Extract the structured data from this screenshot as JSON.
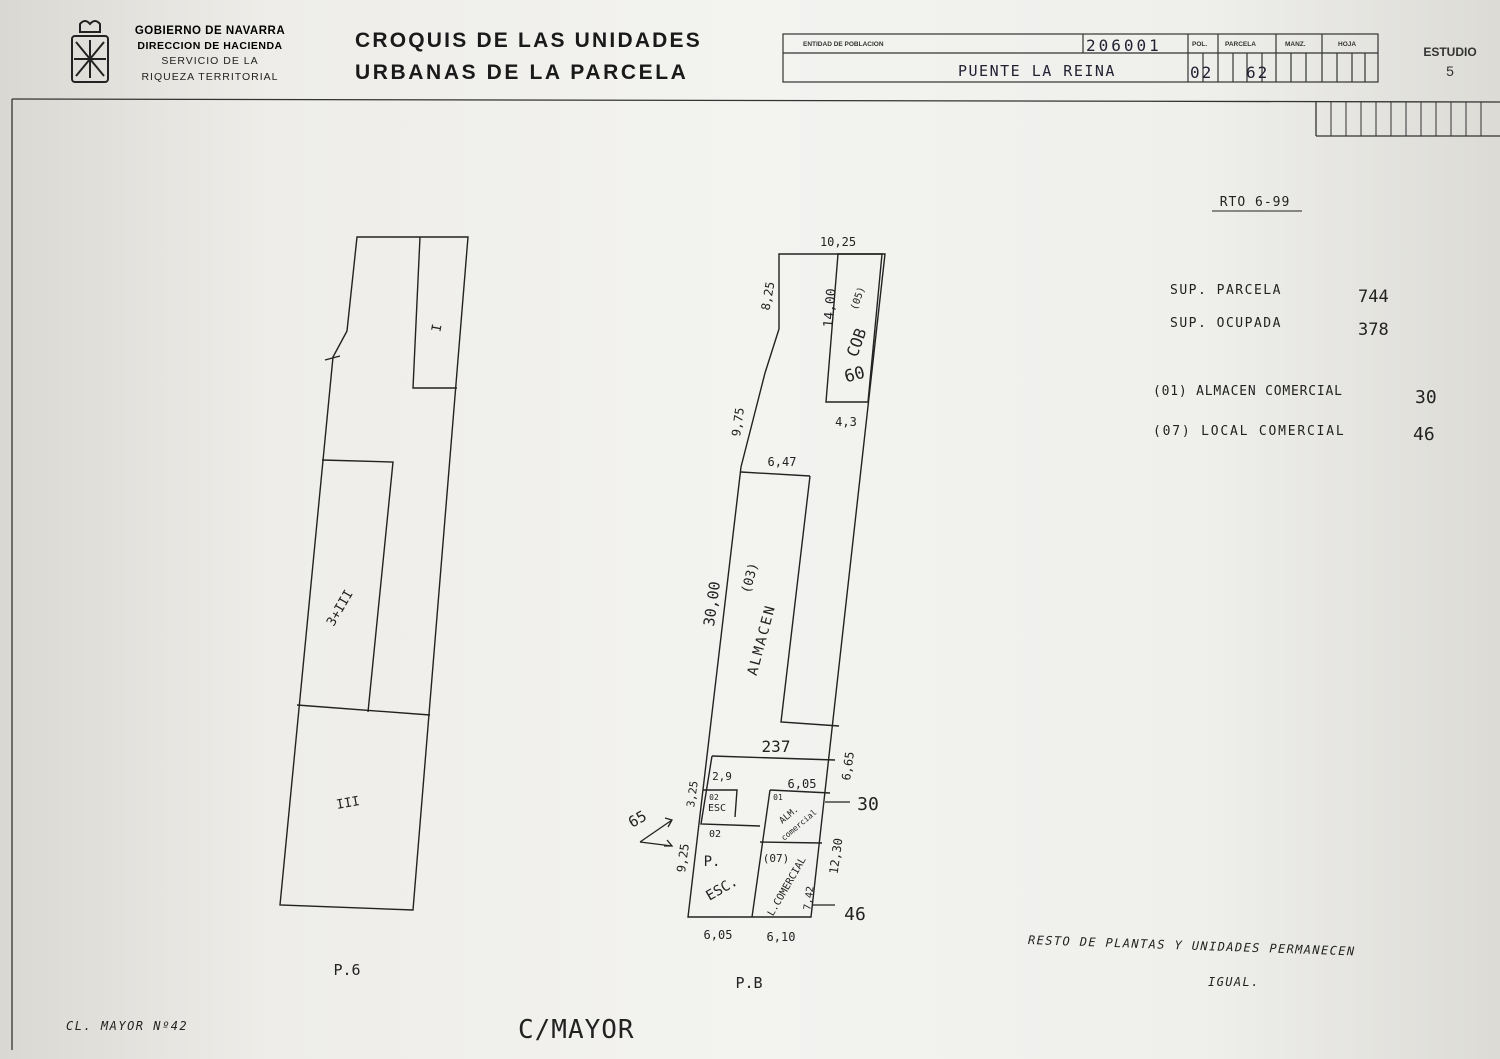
{
  "header": {
    "gov_line1": "GOBIERNO DE NAVARRA",
    "gov_line2": "DIRECCION DE HACIENDA",
    "gov_line3": "SERVICIO DE LA",
    "gov_line4": "RIQUEZA TERRITORIAL",
    "title_line1": "CROQUIS DE LAS UNIDADES",
    "title_line2": "URBANAS DE LA PARCELA",
    "entidad_label": "ENTIDAD DE POBLACION",
    "entidad_code": "206001",
    "pol_label": "POL.",
    "parcela_label": "PARCELA",
    "manz_label": "MANZ.",
    "hoja_label": "HOJA",
    "poblacion_name": "PUENTE LA REINA",
    "pol_value": "02",
    "parcela_value": "62",
    "estudio_label": "ESTUDIO",
    "estudio_value": "5"
  },
  "notes": {
    "ref": "RTO 6-99",
    "sup_parcela_label": "SUP. PARCELA",
    "sup_parcela_value": "744",
    "sup_ocupada_label": "SUP. OCUPADA",
    "sup_ocupada_value": "378",
    "unit1_label": "(01) ALMACEN COMERCIAL",
    "unit1_value": "30",
    "unit2_label": "(07) LOCAL COMERCIAL",
    "unit2_value": "46",
    "resto_line1": "RESTO DE PLANTAS Y UNIDADES PERMANECEN",
    "resto_line2": "IGUAL."
  },
  "plan_left": {
    "label_top": "I",
    "label_mid": "3+III",
    "label_bottom": "III",
    "caption": "P.6"
  },
  "plan_right": {
    "dim_top": "10,25",
    "dim_825": "8,25",
    "dim_1400": "14,00",
    "cob_ref": "(05)",
    "cob_label": "COB",
    "cob_value": "60",
    "dim_43": "4,3",
    "dim_975": "9,75",
    "dim_647": "6,47",
    "dim_3000": "30,00",
    "alm_ref": "(03)",
    "alm_label": "ALMACEN",
    "alm_area": "237",
    "dim_665": "6,65",
    "dim_29": "2,9",
    "dim_605a": "6,05",
    "dim_325": "3,25",
    "esc_ref": "02",
    "esc_label": "ESC",
    "alm_com_ref": "01",
    "alm_com_label": "ALM.",
    "alm_com_label2": "comercial",
    "callout_30": "30",
    "dim_65": "65",
    "pesc_ref": "02",
    "pesc_label1": "P.",
    "pesc_label2": "ESC.",
    "dim_925": "9,25",
    "lc_ref": "(07)",
    "lc_label": "L.COMERCIAL",
    "dim_1230": "12,30",
    "dim_742": "7,42",
    "callout_46": "46",
    "dim_605b": "6,05",
    "dim_610": "6,10",
    "caption": "P.B"
  },
  "footer": {
    "address_small": "CL. MAYOR Nº42",
    "street": "C/MAYOR"
  }
}
